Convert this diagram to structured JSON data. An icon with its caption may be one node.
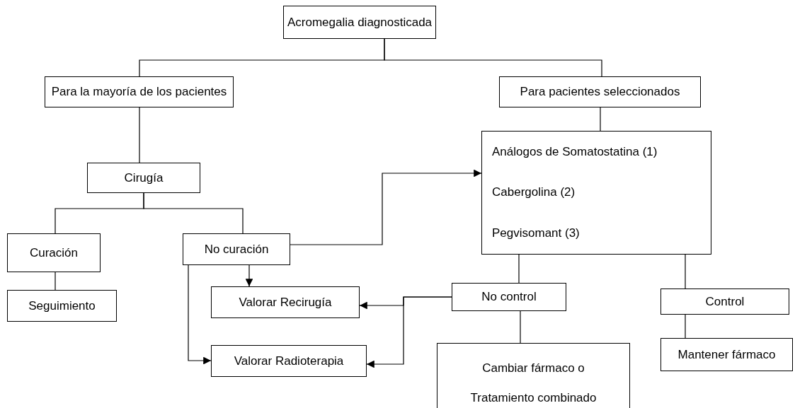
{
  "diagram": {
    "nodes": [
      {
        "text": [
          "Acromegalia diagnosticada"
        ]
      },
      {
        "text": [
          "Para la mayoría de los pacientes"
        ]
      },
      {
        "text": [
          "Para pacientes seleccionados"
        ]
      },
      {
        "text": [
          "Cirugía"
        ]
      },
      {
        "text": [
          "Análogos de Somatostatina (1)",
          "Cabergolina (2)",
          "Pegvisomant (3)"
        ]
      },
      {
        "text": [
          "Curación"
        ]
      },
      {
        "text": [
          "No curación"
        ]
      },
      {
        "text": [
          "Seguimiento"
        ]
      },
      {
        "text": [
          "Valorar Recirugía"
        ]
      },
      {
        "text": [
          "No control"
        ]
      },
      {
        "text": [
          "Control"
        ]
      },
      {
        "text": [
          "Valorar Radioterapia"
        ]
      },
      {
        "text": [
          "Cambiar fármaco o Tratamiento combinado"
        ]
      },
      {
        "text": [
          "Mantener fármaco"
        ]
      }
    ],
    "edges": [
      {
        "from": 0,
        "to": 1,
        "arrow": "none"
      },
      {
        "from": 0,
        "to": 2,
        "arrow": "none"
      },
      {
        "from": 1,
        "to": 3,
        "arrow": "none"
      },
      {
        "from": 2,
        "to": 4,
        "arrow": "none"
      },
      {
        "from": 3,
        "to": 5,
        "arrow": "none"
      },
      {
        "from": 3,
        "to": 6,
        "arrow": "none"
      },
      {
        "from": 5,
        "to": 7,
        "arrow": "none"
      },
      {
        "from": 6,
        "to": 4,
        "arrow": "to"
      },
      {
        "from": 6,
        "to": 8,
        "arrow": "to"
      },
      {
        "from": 6,
        "to": 11,
        "arrow": "to"
      },
      {
        "from": 4,
        "to": 9,
        "arrow": "none"
      },
      {
        "from": 4,
        "to": 10,
        "arrow": "none"
      },
      {
        "from": 9,
        "to": 8,
        "arrow": "to"
      },
      {
        "from": 9,
        "to": 11,
        "arrow": "to"
      },
      {
        "from": 9,
        "to": 12,
        "arrow": "none"
      },
      {
        "from": 10,
        "to": 13,
        "arrow": "none"
      }
    ]
  }
}
